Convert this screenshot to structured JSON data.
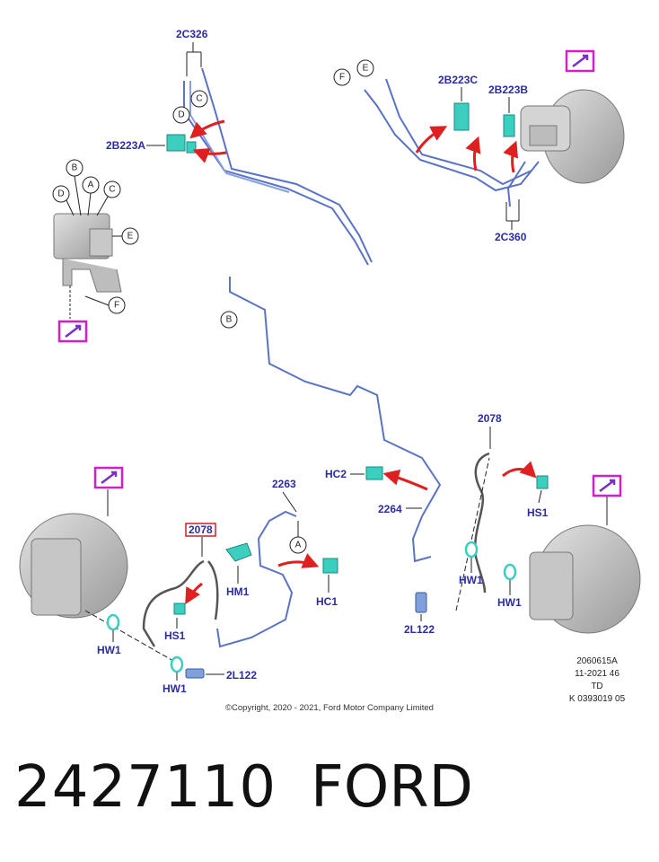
{
  "labels": {
    "c2c326": "2C326",
    "b2b223a": "2B223A",
    "b2b223c": "2B223C",
    "b2b223b": "2B223B",
    "c2c360": "2C360",
    "p2078_left": "2078",
    "p2078_right": "2078",
    "p2263": "2263",
    "p2264": "2264",
    "hm1": "HM1",
    "hs1_left": "HS1",
    "hs1_right": "HS1",
    "hc1": "HC1",
    "hc2": "HC2",
    "hw1_a": "HW1",
    "hw1_b": "HW1",
    "hw1_c": "HW1",
    "hw1_d": "HW1",
    "l2l122_left": "2L122",
    "l2l122_right": "2L122"
  },
  "callouts": {
    "d_top": "D",
    "c_top": "C",
    "b_mod": "B",
    "a_mod": "A",
    "c_mod": "C",
    "d_mod": "D",
    "e_mod": "E",
    "f_mod": "F",
    "f_right": "F",
    "e_right": "E",
    "b_mid": "B",
    "a_mid": "A"
  },
  "meta": {
    "line1": "2060615A",
    "line2": "11-2021 46",
    "line3": "TD",
    "line4": "K 0393019 05"
  },
  "copyright": "©Copyright, 2020 - 2021, Ford Motor Company Limited",
  "part_number": "2427110",
  "brand": "FORD",
  "colors": {
    "label": "#2b2ba8",
    "pipe": "#5a72c8",
    "arrow": "#e02020",
    "part": "#3ccfc0",
    "view_box": "#d020c8",
    "highlight": "#d02020"
  }
}
